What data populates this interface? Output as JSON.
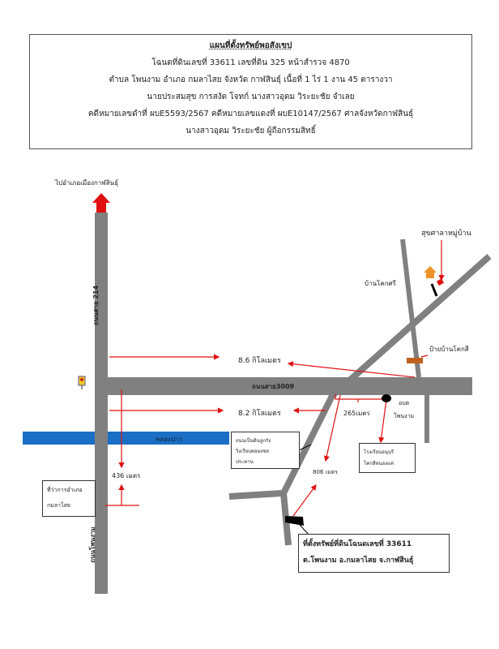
{
  "header": {
    "title": "แผนที่ตั้งทรัพย์พอสังเขป",
    "line1": "โฉนดที่ดินเลขที่ 33611 เลขที่ดิน 325 หน้าสำรวจ 4870",
    "line2": "ตำบล โพนงาม อำเภอ กมลาไสย จังหวัด กาฬสินธุ์ เนื้อที่ 1 ไร่ 1 งาน 45 ตารางวา",
    "line3": "นายประสมสุข การสงัด โจทก์ นางสาวอุดม วิระยะชัย จำเลย",
    "line4": "คดีหมายเลขดำที่ ผบE5593/2567 คดีหมายเลขแดงที่ ผบE10147/2567 ศาลจังหวัดกาฬสินธุ์",
    "line5": "นางสาวอุดม วิระยะชัย ผู้ถือกรรมสิทธิ์"
  },
  "map": {
    "to_city": "ไปอำเภอเมืองกาฬสินธุ์",
    "road_214": "ถนนสาย 214",
    "road_3009": "ถนนสาย3009",
    "road_phonngam": "ถนนโพนงาม",
    "canal": "คลองปาว",
    "dist_86": "8.6 กิโลเมตร",
    "dist_82": "8.2 กิโลเมตร",
    "dist_265": "265เมตร",
    "dist_436": "436 เมตร",
    "dist_806": "806 เมตร",
    "health": "สุขศาลาหมู่บ้าน",
    "ban_khoksri": "บ้านโคกศรี",
    "sign": "ป้ายบ้านโคกสี",
    "obt1": "อบต",
    "obt2": "โพนงาม",
    "district_office": [
      "ที่ว่าการอำเภอ",
      "กมลาไสย"
    ],
    "laterite": [
      "ถนนเป็นดินลูกรัง",
      "วิ่งเรียบคลองชล",
      "ประทาน"
    ],
    "school": [
      "โรงเรียนอนุบุรี",
      "โคกสีหนองแค่"
    ],
    "property": [
      "ที่ตั้งทรัพย์ที่ดินโฉนดเลขที่ 33611",
      "ต.โพนงาม อ.กมลาไสย  จ.กาฬสินธุ์"
    ]
  },
  "colors": {
    "road": "#808080",
    "arrow": "#e01010",
    "canal": "#1a6fc4"
  }
}
